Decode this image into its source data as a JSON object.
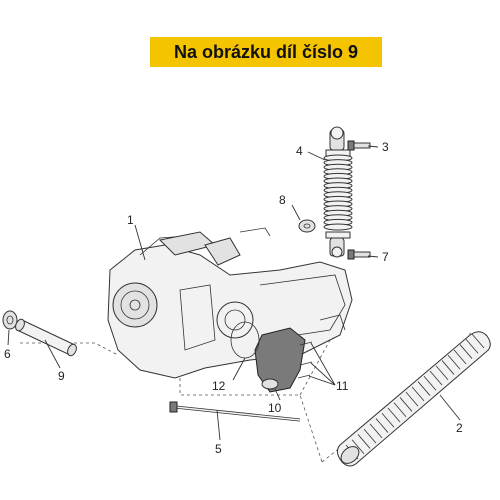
{
  "banner": {
    "text": "Na obrázku díl číslo 9",
    "color": "#f5c400"
  },
  "callouts": [
    {
      "id": "1",
      "label": "1"
    },
    {
      "id": "2",
      "label": "2"
    },
    {
      "id": "3",
      "label": "3"
    },
    {
      "id": "4",
      "label": "4"
    },
    {
      "id": "5",
      "label": "5"
    },
    {
      "id": "6",
      "label": "6"
    },
    {
      "id": "7",
      "label": "7"
    },
    {
      "id": "8",
      "label": "8"
    },
    {
      "id": "9",
      "label": "9"
    },
    {
      "id": "10",
      "label": "10"
    },
    {
      "id": "11",
      "label": "11"
    },
    {
      "id": "12",
      "label": "12"
    }
  ],
  "highlighted_part": "9"
}
